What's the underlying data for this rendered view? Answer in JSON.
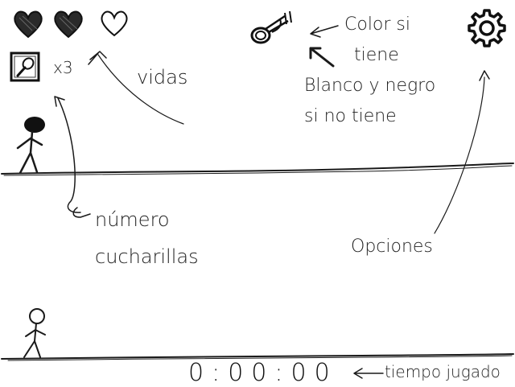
{
  "hud": {
    "lives": [
      {
        "state": "full",
        "icon": "heart-filled-icon"
      },
      {
        "state": "full",
        "icon": "heart-filled-icon"
      },
      {
        "state": "empty",
        "icon": "heart-outline-icon"
      }
    ],
    "spoons": {
      "icon": "spoon-box-icon",
      "count_text": "x3"
    },
    "bonus_item": {
      "icon": "trumpet-icon"
    },
    "settings": {
      "icon": "gear-icon"
    },
    "timer": "0:00:00"
  },
  "annotations": {
    "vidas": "vidas",
    "numero_1": "número",
    "numero_2": "cucharillas",
    "color_1": "Color si",
    "color_2": "tiene",
    "bw_1": "Blanco y negro",
    "bw_2": "si no tiene",
    "opciones": "Opciones",
    "tiempo": "tiempo jugado"
  },
  "colors": {
    "ink": "#1a1a1a",
    "background": "#ffffff"
  }
}
